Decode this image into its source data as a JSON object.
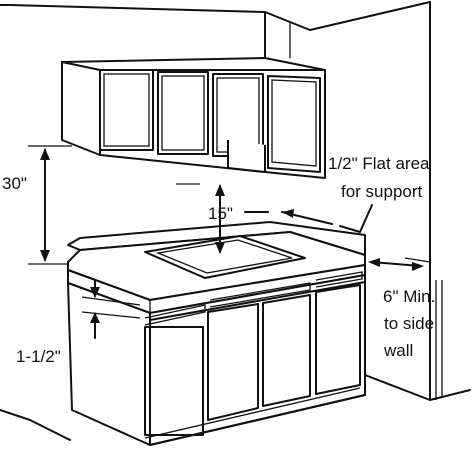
{
  "labels": {
    "backsplash_height": "30\"",
    "cutout_to_wall": "15\"",
    "flat_area_line1": "1/2\" Flat area",
    "flat_area_line2": "for support",
    "side_wall_line1": "6\" Min.",
    "side_wall_line2": "to side",
    "side_wall_line3": "wall",
    "countertop_thickness": "1-1/2\""
  },
  "colors": {
    "ink": "#111111",
    "background": "#ffffff"
  }
}
